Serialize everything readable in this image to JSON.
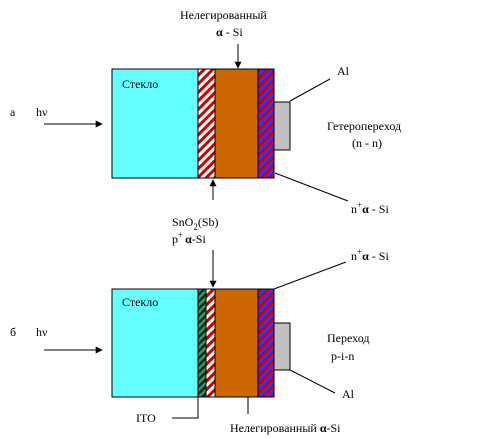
{
  "top": {
    "marker": "а",
    "light": "hν",
    "glass": "Стекло",
    "undoped_line1": "Нелегированный",
    "undoped_alpha": "α",
    "undoped_si": " - Si",
    "al": "Al",
    "junction_line1": "Гетеропереход",
    "junction_line2": "(n - n)",
    "n_plus_n": "n",
    "n_plus_sup": "+",
    "n_plus_alpha": "α",
    "n_plus_si": " - Si"
  },
  "middle": {
    "sno2_base": "SnO",
    "sno2_sub": "2",
    "sno2_rest": "(Sb)",
    "p_plus_p": "p",
    "p_plus_sup": "+",
    "p_plus_alpha": "α",
    "p_plus_si": "-Si"
  },
  "bottom": {
    "marker": "б",
    "light": "hν",
    "glass": "Стекло",
    "n_plus_n": "n",
    "n_plus_sup": "+",
    "n_plus_alpha": "α",
    "n_plus_si": " - Si",
    "junction_line1": "Переход",
    "junction_line2": "p-i-n",
    "al": "Al",
    "ito": "ITO",
    "undoped_text": "Нелегированный ",
    "undoped_alpha": "α",
    "undoped_si": "-Si"
  },
  "colors": {
    "glass": "#66ffff",
    "undoped": "#cc6600",
    "al_contact": "#c0c0c0",
    "p_stripe": "#cc0000",
    "n_stripe_a": "#3333ff",
    "n_stripe_b": "#cc0000",
    "ito_stripe": "#006633"
  }
}
